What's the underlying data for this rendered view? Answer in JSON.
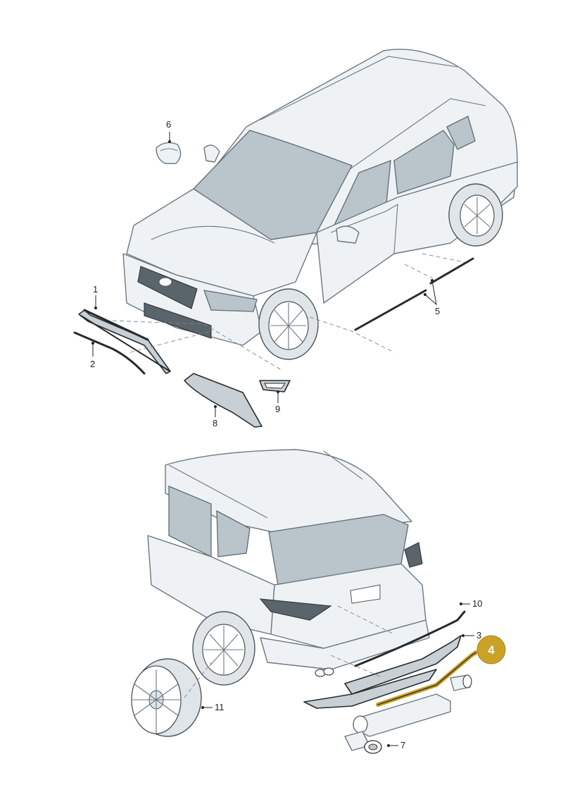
{
  "callouts": {
    "c1": "1",
    "c2": "2",
    "c3": "3",
    "c5": "5",
    "c6": "6",
    "c7": "7",
    "c8": "8",
    "c9": "9",
    "c10": "10",
    "c11": "11"
  },
  "highlight": {
    "label": "4",
    "color": "#c9a227"
  }
}
